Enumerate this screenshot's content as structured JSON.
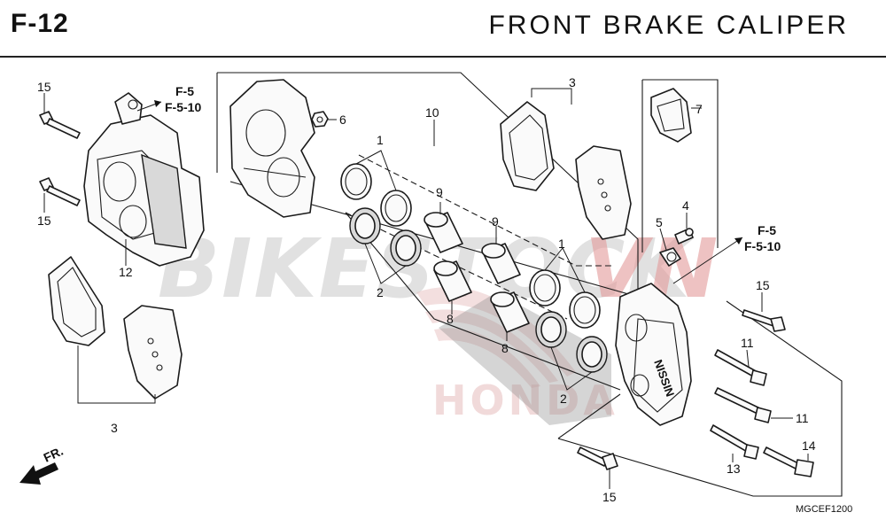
{
  "header": {
    "section_code": "F-12",
    "section_title": "FRONT  BRAKE  CALIPER"
  },
  "watermark": {
    "main": "BIKESTOCK",
    "suffix": "VN",
    "brand": "HONDA"
  },
  "references": {
    "top_left": [
      "F-5",
      "F-5-10"
    ],
    "right": [
      "F-5",
      "F-5-10"
    ]
  },
  "direction_label": "FR.",
  "diagram_code": "MGCEF1200",
  "callouts": {
    "c15a": "15",
    "c15b": "15",
    "c15c": "15",
    "c15d": "15",
    "c12": "12",
    "c3a": "3",
    "c3b": "3",
    "c6": "6",
    "c10": "10",
    "c1a": "1",
    "c1b": "1",
    "c2a": "2",
    "c2b": "2",
    "c9a": "9",
    "c9b": "9",
    "c8a": "8",
    "c8b": "8",
    "c7": "7",
    "c4": "4",
    "c5": "5",
    "c11a": "11",
    "c11b": "11",
    "c13": "13",
    "c14": "14"
  }
}
